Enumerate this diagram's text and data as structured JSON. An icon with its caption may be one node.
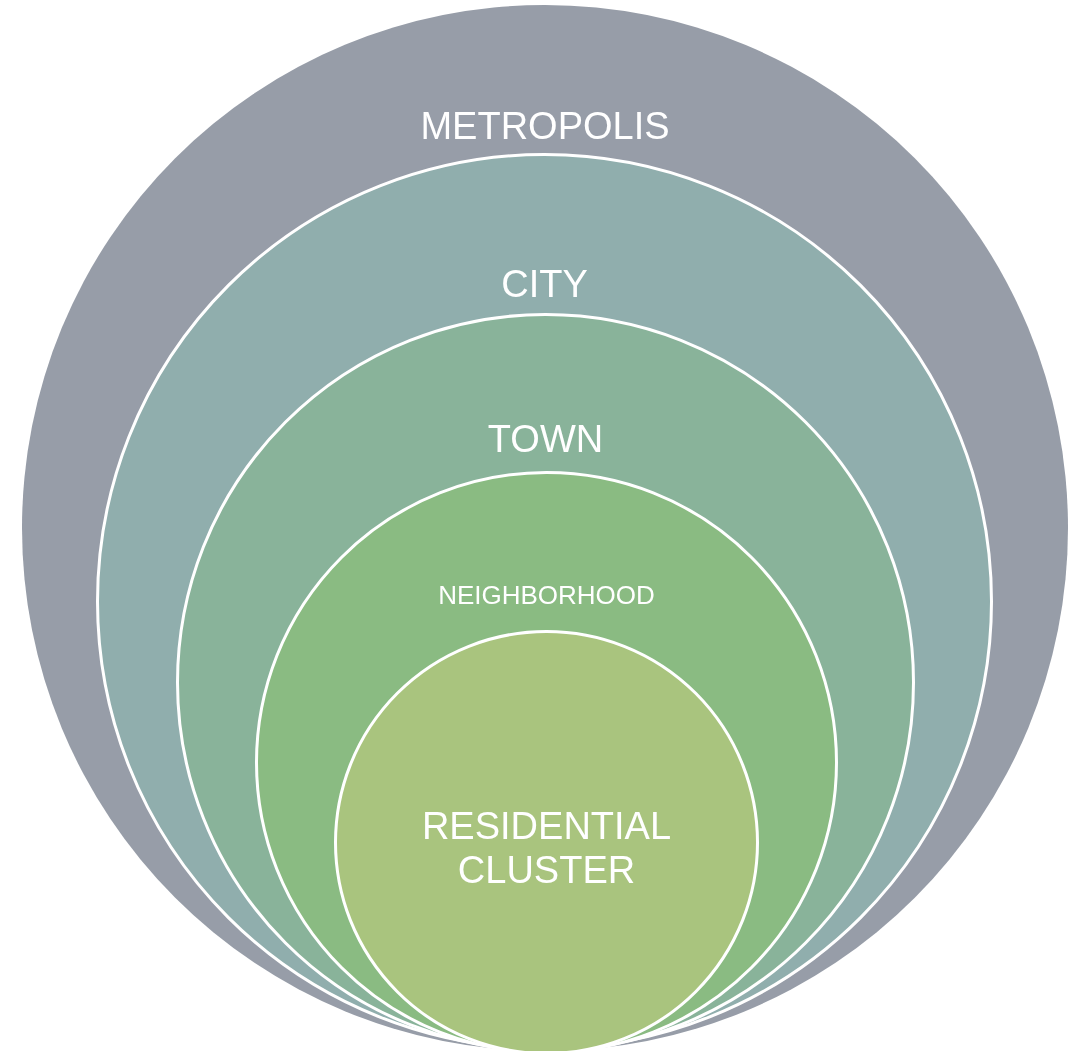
{
  "diagram": {
    "nodes": [
      {
        "text": [
          "METROPOLIS"
        ]
      },
      {
        "text": [
          "CITY"
        ],
        "in": 0
      },
      {
        "text": [
          "TOWN"
        ],
        "in": 1
      },
      {
        "text": [
          "NEIGHBORHOOD"
        ],
        "in": 2
      },
      {
        "text": [
          "RESIDENTIAL CLUSTER"
        ],
        "in": 3
      }
    ]
  }
}
